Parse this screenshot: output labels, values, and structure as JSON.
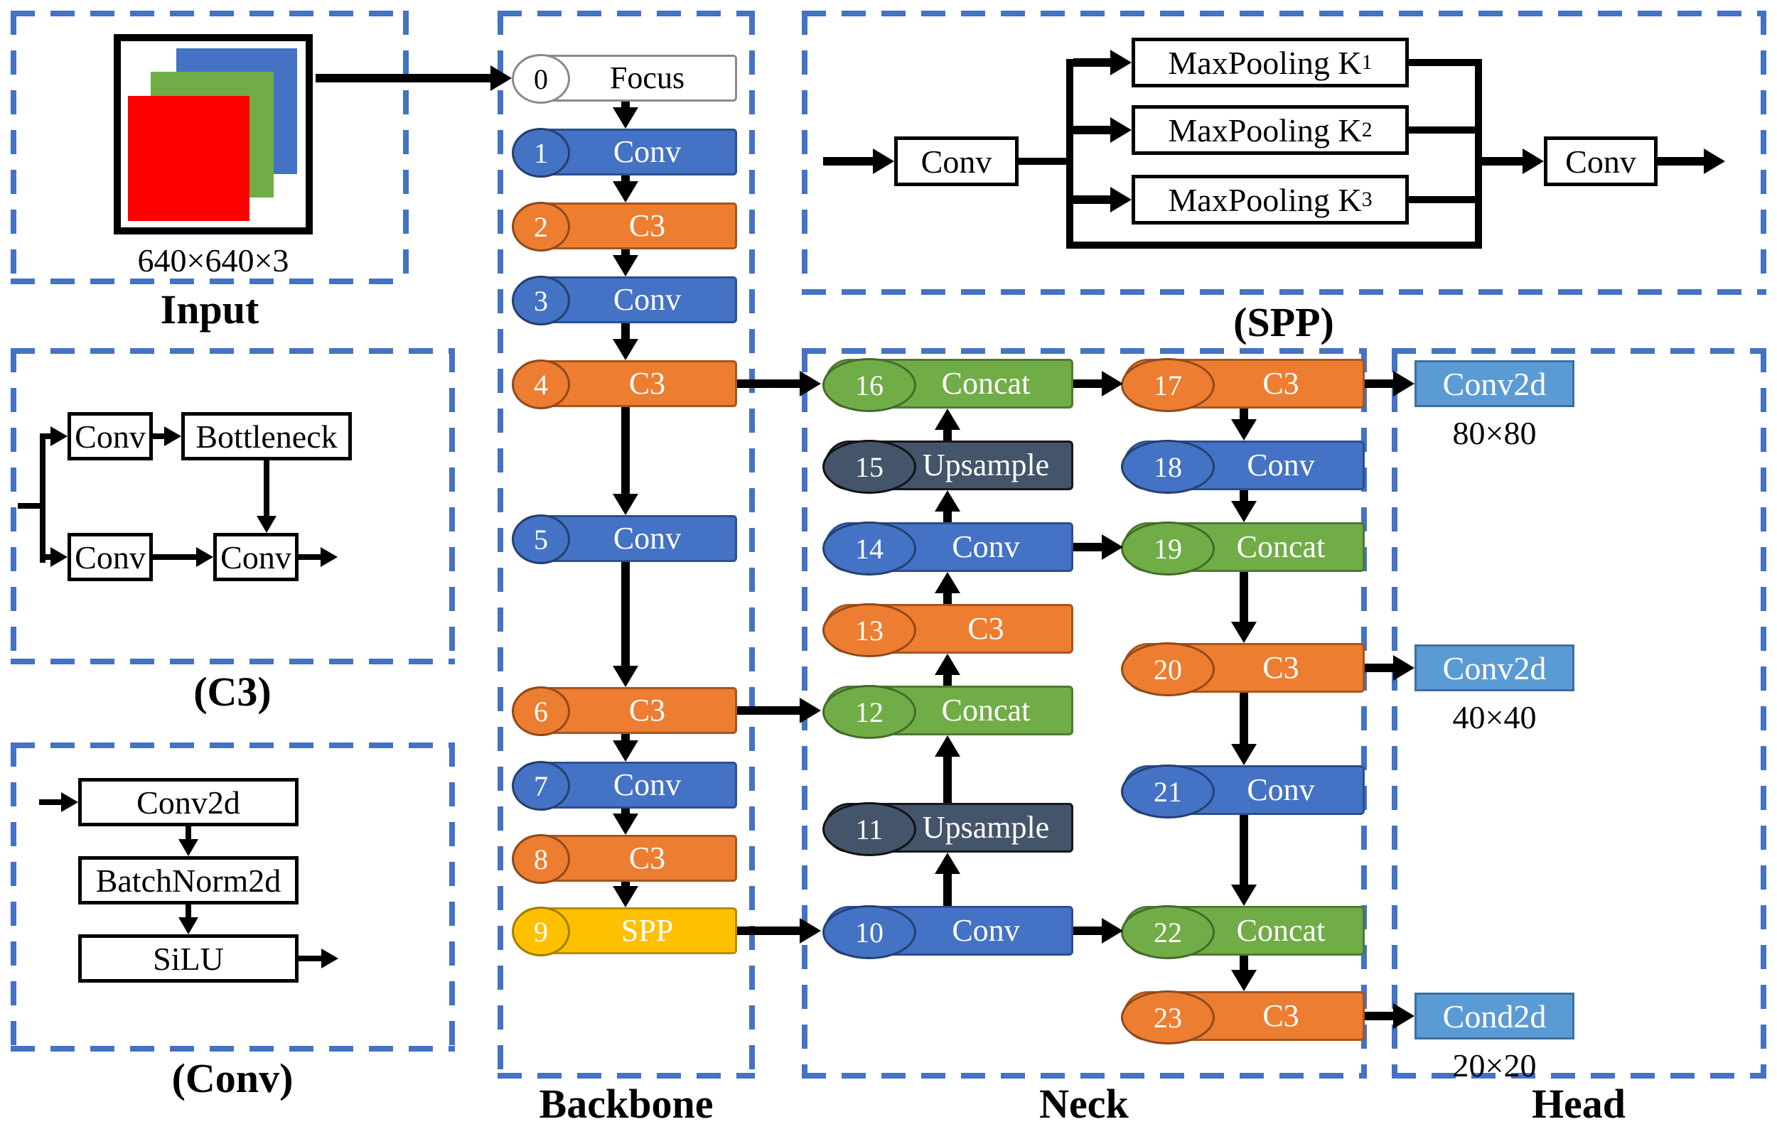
{
  "colors": {
    "node_blue": "#4472C4",
    "node_orange": "#ED7D31",
    "node_green": "#70AD47",
    "node_dark": "#44546A",
    "node_yellow": "#FFC000",
    "head_blue": "#5B9BD5",
    "dashed_border": "#4472C4",
    "input_red": "#FF0000",
    "input_green": "#70AD47",
    "input_blue": "#4472C4",
    "arrow_black": "#000000"
  },
  "sections": {
    "input": {
      "title": "Input",
      "image_dims": "640×640×3"
    },
    "c3_detail": {
      "title": "(C3)",
      "conv_top": "Conv",
      "bottleneck": "Bottleneck",
      "conv_bottom": "Conv",
      "conv_out": "Conv"
    },
    "conv_detail": {
      "title": "(Conv)",
      "conv2d": "Conv2d",
      "batchnorm": "BatchNorm2d",
      "silu": "SiLU"
    },
    "spp_detail": {
      "title": "(SPP)",
      "conv_in": "Conv",
      "conv_out": "Conv",
      "pools": [
        {
          "base": "MaxPooling K",
          "sub": "1"
        },
        {
          "base": "MaxPooling K",
          "sub": "2"
        },
        {
          "base": "MaxPooling K",
          "sub": "3"
        }
      ]
    },
    "backbone": {
      "title": "Backbone"
    },
    "neck": {
      "title": "Neck"
    },
    "head": {
      "title": "Head"
    }
  },
  "backbone_nodes": [
    {
      "num": "0",
      "label": "Focus"
    },
    {
      "num": "1",
      "label": "Conv"
    },
    {
      "num": "2",
      "label": "C3"
    },
    {
      "num": "3",
      "label": "Conv"
    },
    {
      "num": "4",
      "label": "C3"
    },
    {
      "num": "5",
      "label": "Conv"
    },
    {
      "num": "6",
      "label": "C3"
    },
    {
      "num": "7",
      "label": "Conv"
    },
    {
      "num": "8",
      "label": "C3"
    },
    {
      "num": "9",
      "label": "SPP"
    }
  ],
  "neck_left_nodes": [
    {
      "num": "16",
      "label": "Concat"
    },
    {
      "num": "15",
      "label": "Upsample"
    },
    {
      "num": "14",
      "label": "Conv"
    },
    {
      "num": "13",
      "label": "C3"
    },
    {
      "num": "12",
      "label": "Concat"
    },
    {
      "num": "11",
      "label": "Upsample"
    },
    {
      "num": "10",
      "label": "Conv"
    }
  ],
  "neck_right_nodes": [
    {
      "num": "17",
      "label": "C3"
    },
    {
      "num": "18",
      "label": "Conv"
    },
    {
      "num": "19",
      "label": "Concat"
    },
    {
      "num": "20",
      "label": "C3"
    },
    {
      "num": "21",
      "label": "Conv"
    },
    {
      "num": "22",
      "label": "Concat"
    },
    {
      "num": "23",
      "label": "C3"
    }
  ],
  "head_outputs": [
    {
      "label": "Conv2d",
      "size": "80×80"
    },
    {
      "label": "Conv2d",
      "size": "40×40"
    },
    {
      "label": "Cond2d",
      "size": "20×20"
    }
  ]
}
